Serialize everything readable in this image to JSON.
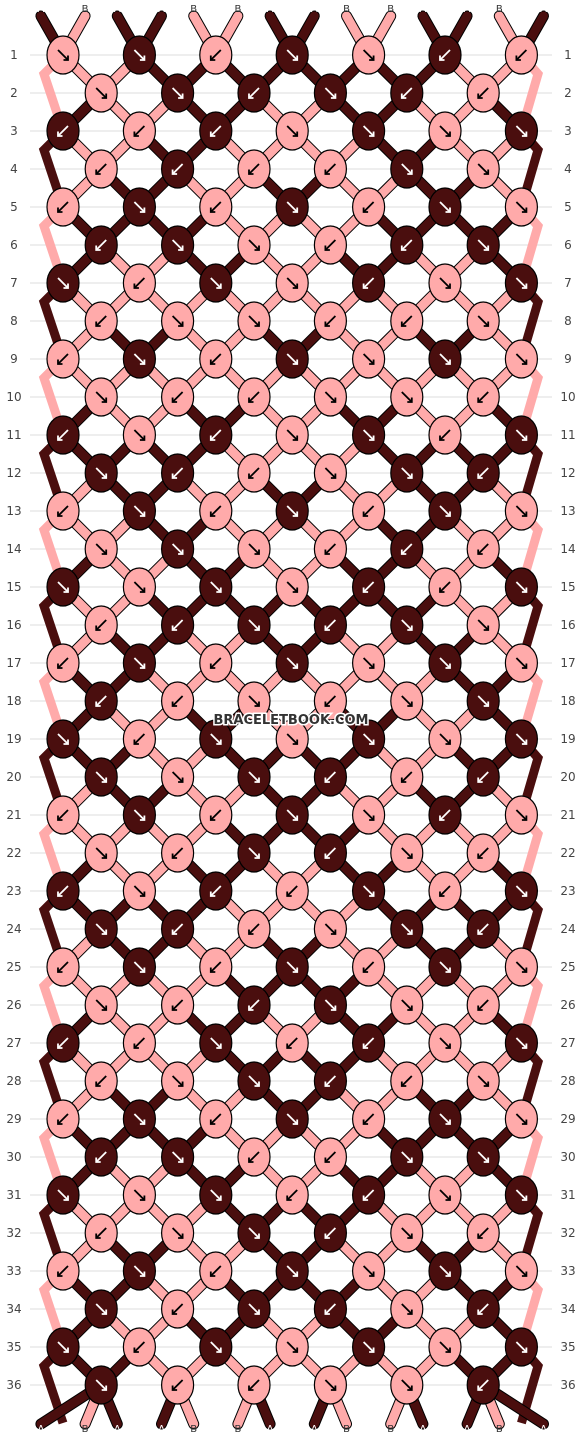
{
  "watermark": "BRACELETBOOK.COM",
  "colors": {
    "A": "#4a0e0e",
    "B": "#ffaaaa"
  },
  "grid_line_color": "#bbbbbb",
  "strands_top": [
    "A",
    "B",
    "A",
    "A",
    "B",
    "B",
    "A",
    "A",
    "B",
    "B",
    "A",
    "A",
    "B",
    "A"
  ],
  "strands_bottom": [
    "A",
    "B",
    "A",
    "A",
    "B",
    "B",
    "A",
    "A",
    "B",
    "B",
    "A",
    "A",
    "B",
    "A"
  ],
  "rows": [
    {
      "label": "1",
      "knots": [
        {
          "c": "B",
          "d": "se"
        },
        {
          "c": "A",
          "d": "se"
        },
        {
          "c": "B",
          "d": "sw"
        },
        {
          "c": "A",
          "d": "se"
        },
        {
          "c": "B",
          "d": "se"
        },
        {
          "c": "A",
          "d": "sw"
        },
        {
          "c": "B",
          "d": "sw"
        }
      ]
    },
    {
      "label": "2",
      "knots": [
        {
          "c": "B",
          "d": "se"
        },
        {
          "c": "A",
          "d": "se"
        },
        {
          "c": "A",
          "d": "sw"
        },
        {
          "c": "A",
          "d": "se"
        },
        {
          "c": "A",
          "d": "sw"
        },
        {
          "c": "B",
          "d": "sw"
        }
      ]
    },
    {
      "label": "3",
      "knots": [
        {
          "c": "A",
          "d": "sw"
        },
        {
          "c": "B",
          "d": "sw"
        },
        {
          "c": "A",
          "d": "sw"
        },
        {
          "c": "B",
          "d": "se"
        },
        {
          "c": "A",
          "d": "se"
        },
        {
          "c": "B",
          "d": "se"
        },
        {
          "c": "A",
          "d": "se"
        }
      ]
    },
    {
      "label": "4",
      "knots": [
        {
          "c": "B",
          "d": "sw"
        },
        {
          "c": "A",
          "d": "sw"
        },
        {
          "c": "B",
          "d": "sw"
        },
        {
          "c": "B",
          "d": "sw"
        },
        {
          "c": "A",
          "d": "se"
        },
        {
          "c": "B",
          "d": "se"
        }
      ]
    },
    {
      "label": "5",
      "knots": [
        {
          "c": "B",
          "d": "sw"
        },
        {
          "c": "A",
          "d": "se"
        },
        {
          "c": "B",
          "d": "sw"
        },
        {
          "c": "A",
          "d": "se"
        },
        {
          "c": "B",
          "d": "sw"
        },
        {
          "c": "A",
          "d": "se"
        },
        {
          "c": "B",
          "d": "se"
        }
      ]
    },
    {
      "label": "6",
      "knots": [
        {
          "c": "A",
          "d": "sw"
        },
        {
          "c": "A",
          "d": "se"
        },
        {
          "c": "B",
          "d": "se"
        },
        {
          "c": "B",
          "d": "sw"
        },
        {
          "c": "A",
          "d": "sw"
        },
        {
          "c": "A",
          "d": "se"
        }
      ]
    },
    {
      "label": "7",
      "knots": [
        {
          "c": "A",
          "d": "se"
        },
        {
          "c": "B",
          "d": "sw"
        },
        {
          "c": "A",
          "d": "se"
        },
        {
          "c": "B",
          "d": "se"
        },
        {
          "c": "A",
          "d": "sw"
        },
        {
          "c": "B",
          "d": "se"
        },
        {
          "c": "A",
          "d": "se"
        }
      ]
    },
    {
      "label": "8",
      "knots": [
        {
          "c": "B",
          "d": "sw"
        },
        {
          "c": "B",
          "d": "se"
        },
        {
          "c": "B",
          "d": "se"
        },
        {
          "c": "B",
          "d": "sw"
        },
        {
          "c": "B",
          "d": "sw"
        },
        {
          "c": "B",
          "d": "se"
        }
      ]
    },
    {
      "label": "9",
      "knots": [
        {
          "c": "B",
          "d": "sw"
        },
        {
          "c": "A",
          "d": "se"
        },
        {
          "c": "B",
          "d": "sw"
        },
        {
          "c": "A",
          "d": "se"
        },
        {
          "c": "B",
          "d": "se"
        },
        {
          "c": "A",
          "d": "se"
        },
        {
          "c": "B",
          "d": "se"
        }
      ]
    },
    {
      "label": "10",
      "knots": [
        {
          "c": "B",
          "d": "se"
        },
        {
          "c": "B",
          "d": "sw"
        },
        {
          "c": "B",
          "d": "sw"
        },
        {
          "c": "B",
          "d": "se"
        },
        {
          "c": "B",
          "d": "se"
        },
        {
          "c": "B",
          "d": "sw"
        }
      ]
    },
    {
      "label": "11",
      "knots": [
        {
          "c": "A",
          "d": "sw"
        },
        {
          "c": "B",
          "d": "se"
        },
        {
          "c": "A",
          "d": "sw"
        },
        {
          "c": "B",
          "d": "se"
        },
        {
          "c": "A",
          "d": "se"
        },
        {
          "c": "B",
          "d": "sw"
        },
        {
          "c": "A",
          "d": "se"
        }
      ]
    },
    {
      "label": "12",
      "knots": [
        {
          "c": "A",
          "d": "se"
        },
        {
          "c": "A",
          "d": "sw"
        },
        {
          "c": "B",
          "d": "sw"
        },
        {
          "c": "B",
          "d": "se"
        },
        {
          "c": "A",
          "d": "se"
        },
        {
          "c": "A",
          "d": "sw"
        }
      ]
    },
    {
      "label": "13",
      "knots": [
        {
          "c": "B",
          "d": "sw"
        },
        {
          "c": "A",
          "d": "se"
        },
        {
          "c": "B",
          "d": "sw"
        },
        {
          "c": "A",
          "d": "se"
        },
        {
          "c": "B",
          "d": "sw"
        },
        {
          "c": "A",
          "d": "se"
        },
        {
          "c": "B",
          "d": "se"
        }
      ]
    },
    {
      "label": "14",
      "knots": [
        {
          "c": "B",
          "d": "se"
        },
        {
          "c": "A",
          "d": "se"
        },
        {
          "c": "B",
          "d": "se"
        },
        {
          "c": "B",
          "d": "sw"
        },
        {
          "c": "A",
          "d": "sw"
        },
        {
          "c": "B",
          "d": "sw"
        }
      ]
    },
    {
      "label": "15",
      "knots": [
        {
          "c": "A",
          "d": "se"
        },
        {
          "c": "B",
          "d": "se"
        },
        {
          "c": "A",
          "d": "se"
        },
        {
          "c": "B",
          "d": "se"
        },
        {
          "c": "A",
          "d": "sw"
        },
        {
          "c": "B",
          "d": "sw"
        },
        {
          "c": "A",
          "d": "se"
        }
      ]
    },
    {
      "label": "16",
      "knots": [
        {
          "c": "B",
          "d": "sw"
        },
        {
          "c": "A",
          "d": "sw"
        },
        {
          "c": "A",
          "d": "se"
        },
        {
          "c": "A",
          "d": "sw"
        },
        {
          "c": "A",
          "d": "se"
        },
        {
          "c": "B",
          "d": "se"
        }
      ]
    },
    {
      "label": "17",
      "knots": [
        {
          "c": "B",
          "d": "sw"
        },
        {
          "c": "A",
          "d": "se"
        },
        {
          "c": "B",
          "d": "sw"
        },
        {
          "c": "A",
          "d": "se"
        },
        {
          "c": "B",
          "d": "se"
        },
        {
          "c": "A",
          "d": "se"
        },
        {
          "c": "B",
          "d": "se"
        }
      ]
    },
    {
      "label": "18",
      "knots": [
        {
          "c": "A",
          "d": "sw"
        },
        {
          "c": "B",
          "d": "sw"
        },
        {
          "c": "B",
          "d": "se"
        },
        {
          "c": "B",
          "d": "sw"
        },
        {
          "c": "B",
          "d": "se"
        },
        {
          "c": "A",
          "d": "se"
        }
      ]
    },
    {
      "label": "19",
      "knots": [
        {
          "c": "A",
          "d": "se"
        },
        {
          "c": "B",
          "d": "sw"
        },
        {
          "c": "A",
          "d": "se"
        },
        {
          "c": "B",
          "d": "se"
        },
        {
          "c": "A",
          "d": "se"
        },
        {
          "c": "B",
          "d": "se"
        },
        {
          "c": "A",
          "d": "se"
        }
      ]
    },
    {
      "label": "20",
      "knots": [
        {
          "c": "A",
          "d": "se"
        },
        {
          "c": "B",
          "d": "se"
        },
        {
          "c": "A",
          "d": "se"
        },
        {
          "c": "A",
          "d": "sw"
        },
        {
          "c": "B",
          "d": "sw"
        },
        {
          "c": "A",
          "d": "sw"
        }
      ]
    },
    {
      "label": "21",
      "knots": [
        {
          "c": "B",
          "d": "sw"
        },
        {
          "c": "A",
          "d": "se"
        },
        {
          "c": "B",
          "d": "sw"
        },
        {
          "c": "A",
          "d": "se"
        },
        {
          "c": "B",
          "d": "se"
        },
        {
          "c": "A",
          "d": "sw"
        },
        {
          "c": "B",
          "d": "se"
        }
      ]
    },
    {
      "label": "22",
      "knots": [
        {
          "c": "B",
          "d": "se"
        },
        {
          "c": "B",
          "d": "sw"
        },
        {
          "c": "A",
          "d": "se"
        },
        {
          "c": "A",
          "d": "sw"
        },
        {
          "c": "B",
          "d": "se"
        },
        {
          "c": "B",
          "d": "sw"
        }
      ]
    },
    {
      "label": "23",
      "knots": [
        {
          "c": "A",
          "d": "sw"
        },
        {
          "c": "B",
          "d": "se"
        },
        {
          "c": "A",
          "d": "sw"
        },
        {
          "c": "B",
          "d": "sw"
        },
        {
          "c": "A",
          "d": "se"
        },
        {
          "c": "B",
          "d": "sw"
        },
        {
          "c": "A",
          "d": "se"
        }
      ]
    },
    {
      "label": "24",
      "knots": [
        {
          "c": "A",
          "d": "se"
        },
        {
          "c": "A",
          "d": "sw"
        },
        {
          "c": "B",
          "d": "sw"
        },
        {
          "c": "B",
          "d": "se"
        },
        {
          "c": "A",
          "d": "se"
        },
        {
          "c": "A",
          "d": "sw"
        }
      ]
    },
    {
      "label": "25",
      "knots": [
        {
          "c": "B",
          "d": "sw"
        },
        {
          "c": "A",
          "d": "se"
        },
        {
          "c": "B",
          "d": "sw"
        },
        {
          "c": "A",
          "d": "se"
        },
        {
          "c": "B",
          "d": "sw"
        },
        {
          "c": "A",
          "d": "se"
        },
        {
          "c": "B",
          "d": "se"
        }
      ]
    },
    {
      "label": "26",
      "knots": [
        {
          "c": "B",
          "d": "se"
        },
        {
          "c": "B",
          "d": "sw"
        },
        {
          "c": "A",
          "d": "sw"
        },
        {
          "c": "A",
          "d": "se"
        },
        {
          "c": "B",
          "d": "se"
        },
        {
          "c": "B",
          "d": "sw"
        }
      ]
    },
    {
      "label": "27",
      "knots": [
        {
          "c": "A",
          "d": "sw"
        },
        {
          "c": "B",
          "d": "sw"
        },
        {
          "c": "A",
          "d": "se"
        },
        {
          "c": "B",
          "d": "sw"
        },
        {
          "c": "A",
          "d": "sw"
        },
        {
          "c": "B",
          "d": "se"
        },
        {
          "c": "A",
          "d": "se"
        }
      ]
    },
    {
      "label": "28",
      "knots": [
        {
          "c": "B",
          "d": "sw"
        },
        {
          "c": "B",
          "d": "se"
        },
        {
          "c": "A",
          "d": "se"
        },
        {
          "c": "A",
          "d": "sw"
        },
        {
          "c": "B",
          "d": "sw"
        },
        {
          "c": "B",
          "d": "se"
        }
      ]
    },
    {
      "label": "29",
      "knots": [
        {
          "c": "B",
          "d": "sw"
        },
        {
          "c": "A",
          "d": "se"
        },
        {
          "c": "B",
          "d": "sw"
        },
        {
          "c": "A",
          "d": "se"
        },
        {
          "c": "B",
          "d": "sw"
        },
        {
          "c": "A",
          "d": "se"
        },
        {
          "c": "B",
          "d": "se"
        }
      ]
    },
    {
      "label": "30",
      "knots": [
        {
          "c": "A",
          "d": "sw"
        },
        {
          "c": "A",
          "d": "se"
        },
        {
          "c": "B",
          "d": "sw"
        },
        {
          "c": "B",
          "d": "sw"
        },
        {
          "c": "A",
          "d": "se"
        },
        {
          "c": "A",
          "d": "se"
        }
      ]
    },
    {
      "label": "31",
      "knots": [
        {
          "c": "A",
          "d": "se"
        },
        {
          "c": "B",
          "d": "se"
        },
        {
          "c": "A",
          "d": "se"
        },
        {
          "c": "B",
          "d": "sw"
        },
        {
          "c": "A",
          "d": "sw"
        },
        {
          "c": "B",
          "d": "se"
        },
        {
          "c": "A",
          "d": "se"
        }
      ]
    },
    {
      "label": "32",
      "knots": [
        {
          "c": "B",
          "d": "sw"
        },
        {
          "c": "B",
          "d": "se"
        },
        {
          "c": "A",
          "d": "se"
        },
        {
          "c": "A",
          "d": "sw"
        },
        {
          "c": "B",
          "d": "se"
        },
        {
          "c": "B",
          "d": "sw"
        }
      ]
    },
    {
      "label": "33",
      "knots": [
        {
          "c": "B",
          "d": "sw"
        },
        {
          "c": "A",
          "d": "se"
        },
        {
          "c": "B",
          "d": "sw"
        },
        {
          "c": "A",
          "d": "se"
        },
        {
          "c": "B",
          "d": "se"
        },
        {
          "c": "A",
          "d": "se"
        },
        {
          "c": "B",
          "d": "se"
        }
      ]
    },
    {
      "label": "34",
      "knots": [
        {
          "c": "A",
          "d": "se"
        },
        {
          "c": "B",
          "d": "sw"
        },
        {
          "c": "A",
          "d": "se"
        },
        {
          "c": "A",
          "d": "sw"
        },
        {
          "c": "B",
          "d": "se"
        },
        {
          "c": "A",
          "d": "sw"
        }
      ]
    },
    {
      "label": "35",
      "knots": [
        {
          "c": "A",
          "d": "se"
        },
        {
          "c": "B",
          "d": "sw"
        },
        {
          "c": "A",
          "d": "se"
        },
        {
          "c": "B",
          "d": "se"
        },
        {
          "c": "A",
          "d": "se"
        },
        {
          "c": "B",
          "d": "se"
        },
        {
          "c": "A",
          "d": "se"
        }
      ]
    },
    {
      "label": "36",
      "knots": [
        {
          "c": "A",
          "d": "se"
        },
        {
          "c": "B",
          "d": "sw"
        },
        {
          "c": "B",
          "d": "sw"
        },
        {
          "c": "B",
          "d": "se"
        },
        {
          "c": "B",
          "d": "se"
        },
        {
          "c": "A",
          "d": "sw"
        }
      ]
    }
  ]
}
